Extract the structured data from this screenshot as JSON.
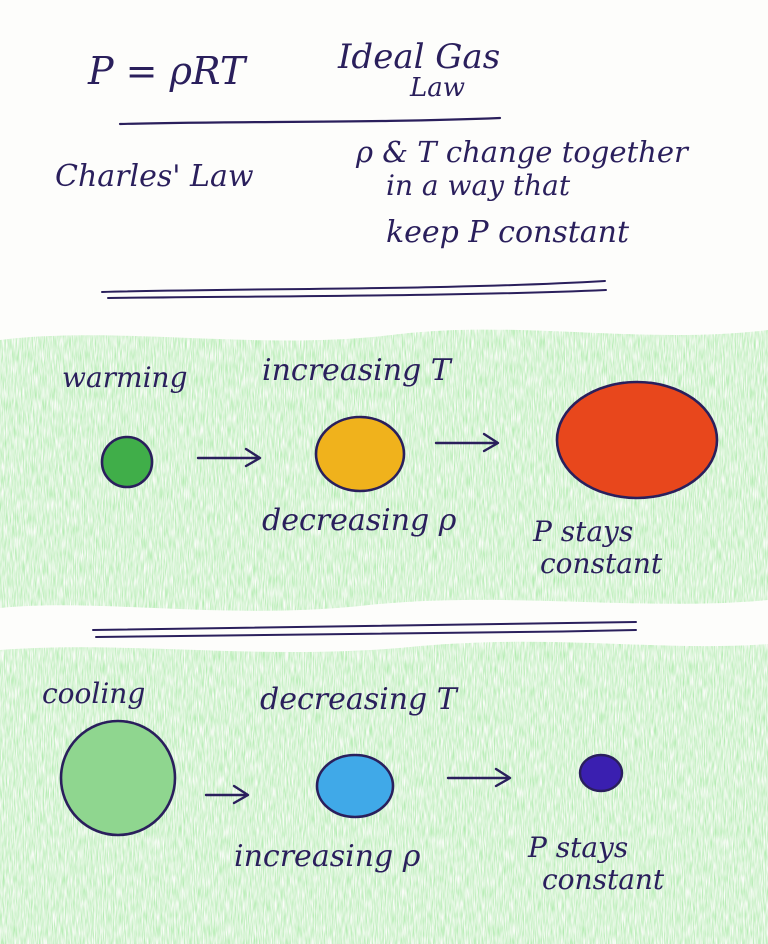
{
  "equation": {
    "formula": "P = ρRT",
    "name_line1": "Ideal Gas",
    "name_line2": "Law"
  },
  "charles_law": {
    "label": "Charles' Law",
    "description_line1": "ρ & T change together",
    "description_line2": "in a way that",
    "description_line3": "keep P constant"
  },
  "warming_panel": {
    "title": "warming",
    "top_label": "increasing T",
    "bottom_label": "decreasing ρ",
    "result_line1": "P stays",
    "result_line2": "constant",
    "colors": {
      "start": "#3fae4a",
      "middle": "#f0b21c",
      "end": "#e8471e"
    }
  },
  "cooling_panel": {
    "title": "cooling",
    "top_label": "decreasing T",
    "bottom_label": "increasing ρ",
    "result_line1": "P stays",
    "result_line2": "constant",
    "colors": {
      "start": "#8fd68f",
      "middle": "#3fa9e8",
      "end": "#3a1fb0"
    }
  },
  "colors": {
    "ink": "#2a1f5c",
    "crayon_green": "#6fd36a",
    "paper": "#fdfdfb"
  }
}
